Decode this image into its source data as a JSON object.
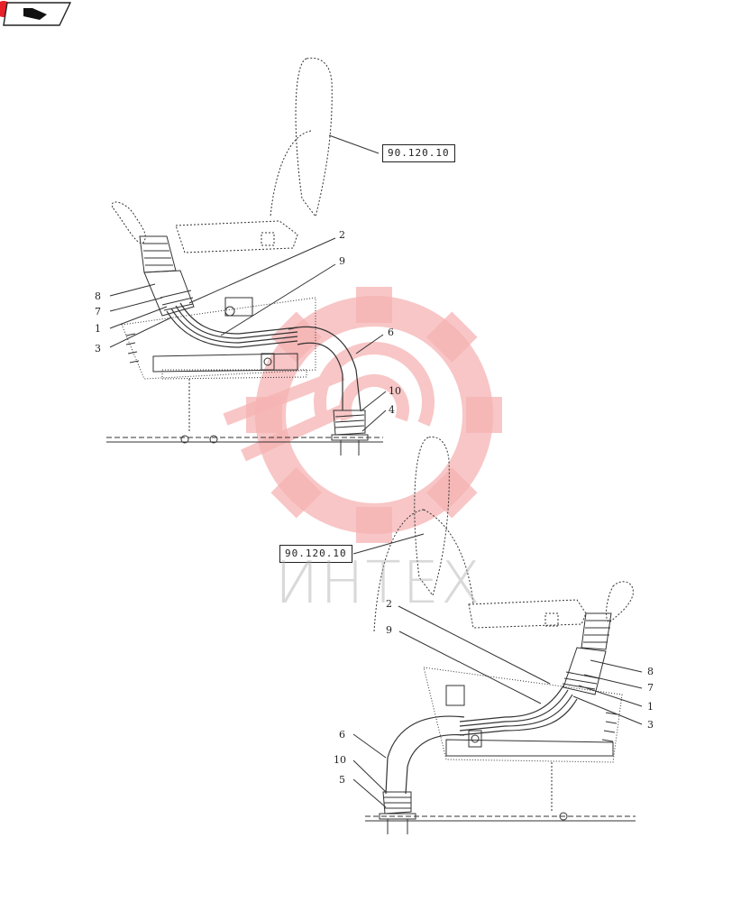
{
  "references": {
    "top": "90.120.10",
    "bottom": "90.120.10"
  },
  "callouts_top": {
    "c2": "2",
    "c9": "9",
    "c8": "8",
    "c7": "7",
    "c1": "1",
    "c3": "3",
    "c6": "6",
    "c10": "10",
    "c4": "4"
  },
  "callouts_bottom": {
    "c2": "2",
    "c9": "9",
    "c8": "8",
    "c7": "7",
    "c1": "1",
    "c3": "3",
    "c6": "6",
    "c10": "10",
    "c5": "5"
  },
  "watermark": {
    "text": "ИНТЕХ"
  },
  "icons": {
    "corner": "book-icon"
  },
  "colors": {
    "line": "#333333",
    "watermark": "#f2a0a0",
    "badge": "#e8202a"
  }
}
